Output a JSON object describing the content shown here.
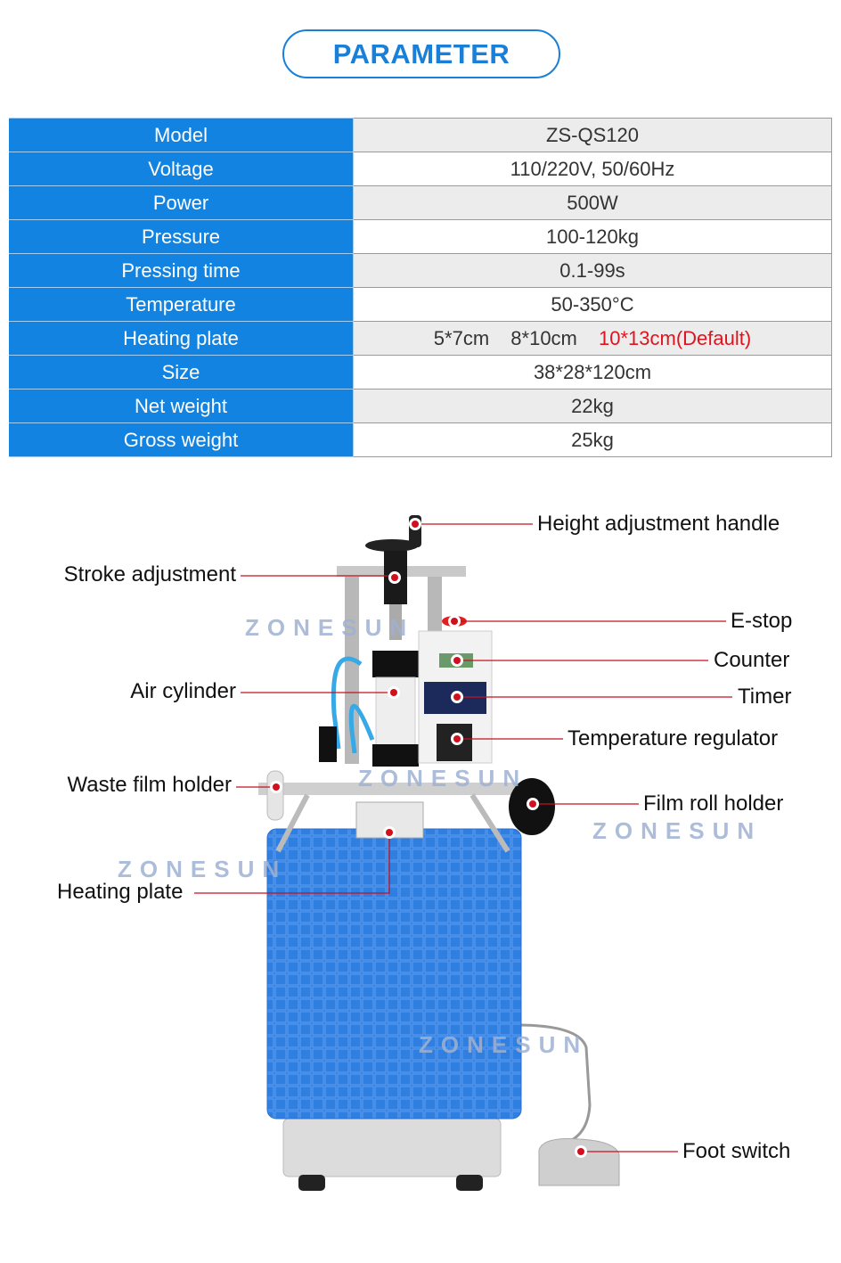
{
  "header": {
    "title": "PARAMETER"
  },
  "specs": [
    {
      "label": "Model",
      "value": "ZS-QS120"
    },
    {
      "label": "Voltage",
      "value": "110/220V, 50/60Hz"
    },
    {
      "label": "Power",
      "value": "500W"
    },
    {
      "label": "Pressure",
      "value": "100-120kg"
    },
    {
      "label": "Pressing time",
      "value": "0.1-99s"
    },
    {
      "label": "Temperature",
      "value": "50-350°C"
    },
    {
      "label": "Heating plate",
      "options": [
        "5*7cm",
        "8*10cm",
        "10*13cm(Default)"
      ]
    },
    {
      "label": "Size",
      "value": "38*28*120cm"
    },
    {
      "label": "Net weight",
      "value": "22kg"
    },
    {
      "label": "Gross weight",
      "value": "25kg"
    }
  ],
  "callouts": {
    "height_handle": "Height adjustment handle",
    "stroke": "Stroke adjustment",
    "estop": "E-stop",
    "counter": "Counter",
    "timer": "Timer",
    "air_cylinder": "Air cylinder",
    "temp_regulator": "Temperature regulator",
    "waste_film": "Waste film holder",
    "film_roll": "Film roll holder",
    "heating_plate": "Heating plate",
    "foot_switch": "Foot switch"
  },
  "watermark": "ZONESUN",
  "colors": {
    "accent": "#1283e0",
    "title": "#1a7fd6",
    "callout_line": "#c8101e",
    "default_highlight": "#e0141e"
  }
}
